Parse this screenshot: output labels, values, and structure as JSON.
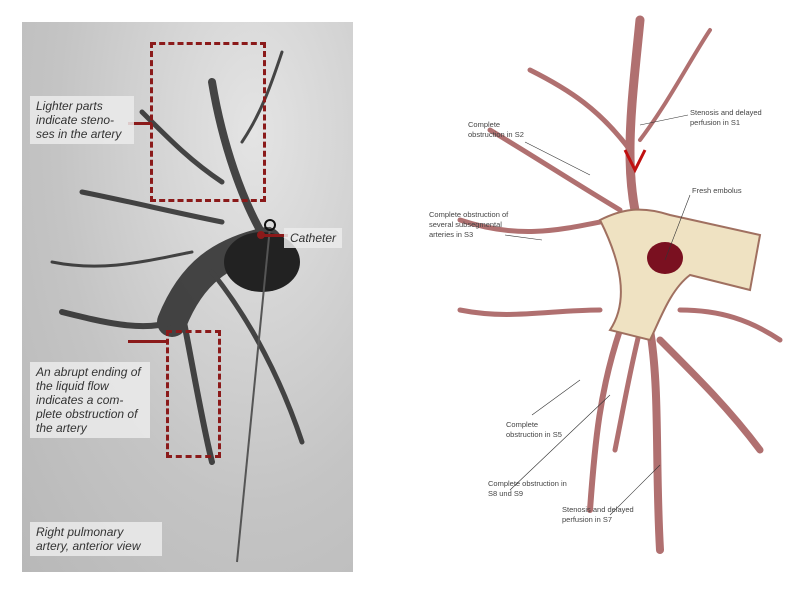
{
  "left_panel": {
    "label_stenoses": "Lighter parts indicate steno-ses in the artery",
    "label_catheter": "Catheter",
    "label_obstruction": "An abrupt ending of the liquid flow indicates a com-plete obstruction of the artery",
    "caption": "Right pulmonary artery, anterior view",
    "accent_color": "#8b1a1a"
  },
  "right_panel": {
    "annotations": [
      "Stenosis and delayed perfusion in S1",
      "Complete obstruction in S2",
      "Fresh embolus",
      "Complete obstruction of several subsegmental arteries in S3",
      "Complete obstruction in S5",
      "Complete obstruction in S8 und S9",
      "Stenosis and delayed perfusion in S7"
    ]
  }
}
